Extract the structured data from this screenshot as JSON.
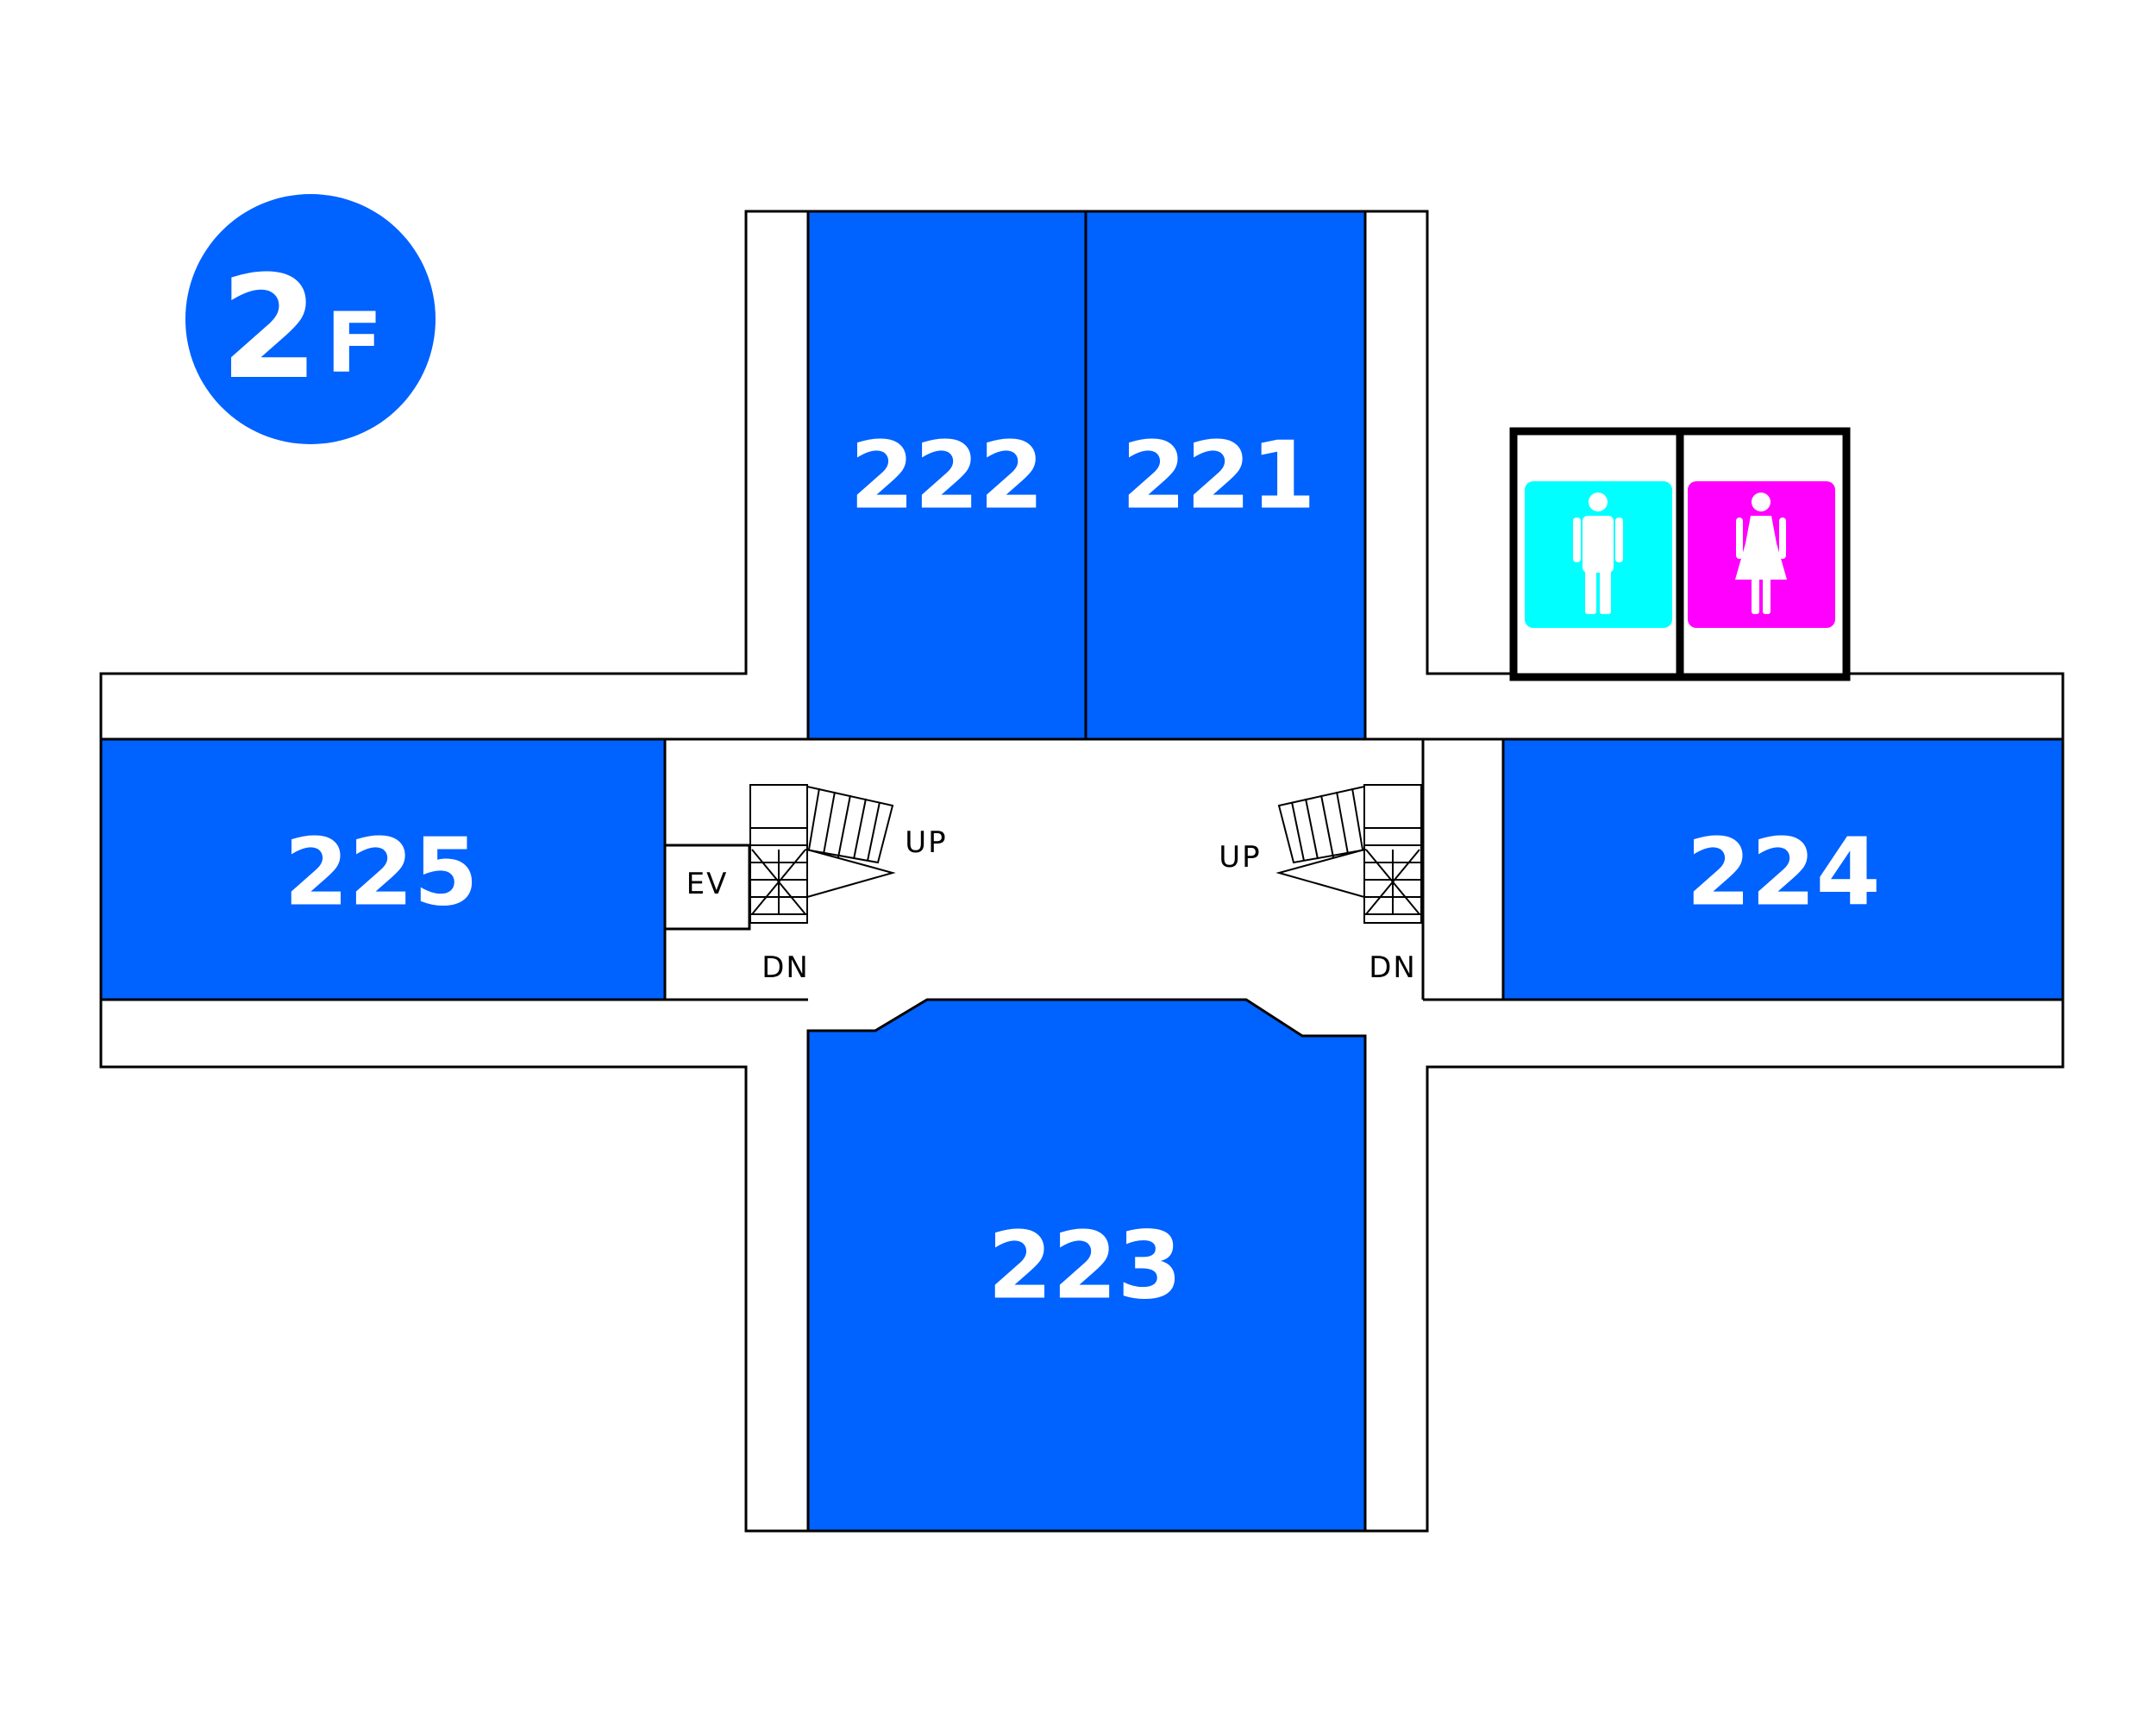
{
  "floor": {
    "number": "2",
    "suffix": "F"
  },
  "rooms": {
    "r222": "222",
    "r221": "221",
    "r225": "225",
    "r224": "224",
    "r223": "223"
  },
  "labels": {
    "elevator": "EV",
    "stairs_left_up": "UP",
    "stairs_left_down": "DN",
    "stairs_right_up": "UP",
    "stairs_right_down": "DN"
  },
  "icons": {
    "restroom_men": "male-person-icon",
    "restroom_women": "female-person-icon"
  },
  "colors": {
    "room_fill": "#0062FF",
    "floor_badge": "#0062FF",
    "men_sign": "#00FFFF",
    "women_sign": "#FF00FF"
  }
}
